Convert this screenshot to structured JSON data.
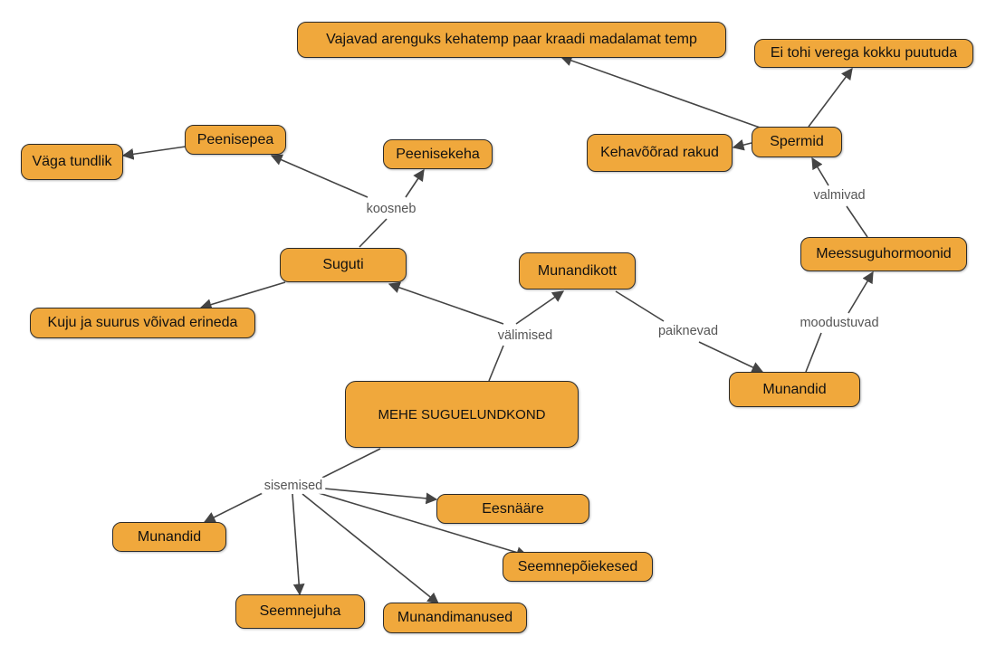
{
  "title": "",
  "colors": {
    "node_fill": "#f0a83c",
    "node_border": "#2b2b2b",
    "edge": "#444444",
    "label": "#555555"
  },
  "nodes": {
    "main": "MEHE SUGUELUNDKOND",
    "suguti": "Suguti",
    "peenisepea": "Peenisepea",
    "peenisekeha": "Peenisekeha",
    "vaga_tundlik": "Väga tundlik",
    "kuju": "Kuju ja suurus võivad erineda",
    "munandikott": "Munandikott",
    "munandid_right": "Munandid",
    "meessuguhormoonid": "Meessuguhormoonid",
    "spermid": "Spermid",
    "kehavoorad": "Kehavõõrad rakud",
    "ei_tohi": "Ei tohi verega kokku puutuda",
    "vajavad": "Vajavad arenguks kehatemp paar kraadi madalamat temp",
    "munandid_left": "Munandid",
    "eesnaare": "Eesnääre",
    "seemnepoiekesed": "Seemnepõiekesed",
    "seemnejuha": "Seemnejuha",
    "munandimanused": "Munandimanused"
  },
  "link_labels": {
    "valimised": "välimised",
    "sisemised": "sisemised",
    "koosneb": "koosneb",
    "paiknevad": "paiknevad",
    "moodustuvad": "moodustuvad",
    "valmivad": "valmivad"
  }
}
